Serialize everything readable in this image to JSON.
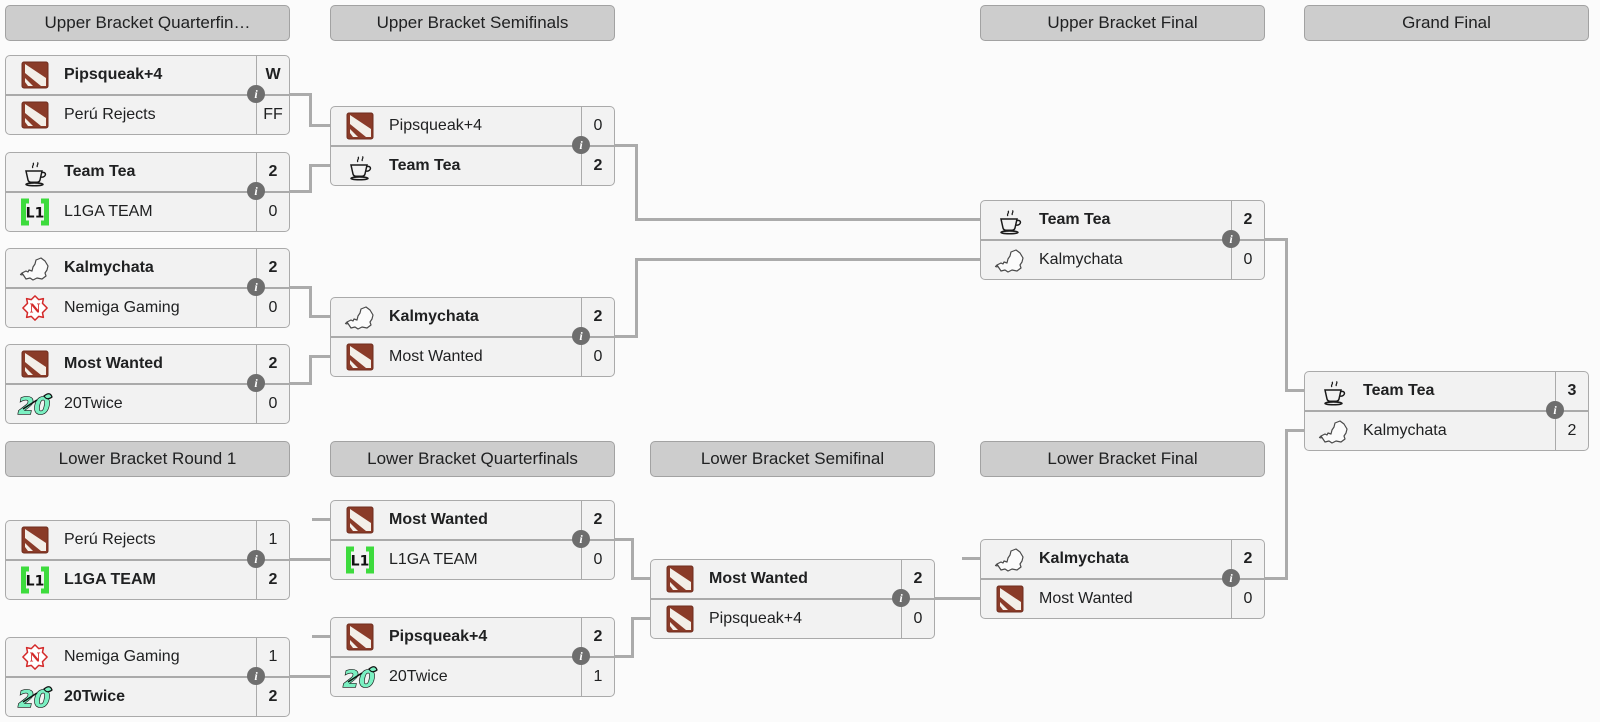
{
  "colors": {
    "page_bg": "#fbfbfb",
    "header_bg": "#cdcdcd",
    "match_bg": "#f2f2f2",
    "border": "#aaaaaa",
    "connector": "#ababab",
    "info_bg": "#6e6e6e",
    "text": "#202122",
    "dota_red": "#8a3b28",
    "l1ga_green": "#3ddb3d",
    "nemiga_red": "#d42a2a",
    "twice_mint": "#7bf0c2"
  },
  "info_icon": "i",
  "headers": [
    {
      "id": "ubqf",
      "label": "Upper Bracket Quarterfin…"
    },
    {
      "id": "ubsf",
      "label": "Upper Bracket Semifinals"
    },
    {
      "id": "ubf",
      "label": "Upper Bracket Final"
    },
    {
      "id": "gf",
      "label": "Grand Final"
    },
    {
      "id": "lbr1",
      "label": "Lower Bracket Round 1"
    },
    {
      "id": "lbqf",
      "label": "Lower Bracket Quarterfinals"
    },
    {
      "id": "lbsf",
      "label": "Lower Bracket Semifinal"
    },
    {
      "id": "lbf",
      "label": "Lower Bracket Final"
    }
  ],
  "matches": [
    {
      "id": "ubqf1",
      "teams": [
        {
          "name": "Pipsqueak+4",
          "icon": "dota-icon",
          "score": "W",
          "winner": true
        },
        {
          "name": "Perú Rejects",
          "icon": "dota-icon",
          "score": "FF",
          "winner": false
        }
      ]
    },
    {
      "id": "ubqf2",
      "teams": [
        {
          "name": "Team Tea",
          "icon": "teacup-icon",
          "score": "2",
          "winner": true
        },
        {
          "name": "L1GA TEAM",
          "icon": "l1ga-icon",
          "score": "0",
          "winner": false
        }
      ]
    },
    {
      "id": "ubqf3",
      "teams": [
        {
          "name": "Kalmychata",
          "icon": "kalmykia-map-icon",
          "score": "2",
          "winner": true
        },
        {
          "name": "Nemiga Gaming",
          "icon": "nemiga-icon",
          "score": "0",
          "winner": false
        }
      ]
    },
    {
      "id": "ubqf4",
      "teams": [
        {
          "name": "Most Wanted",
          "icon": "dota-icon",
          "score": "2",
          "winner": true
        },
        {
          "name": "20Twice",
          "icon": "20twice-icon",
          "score": "0",
          "winner": false
        }
      ]
    },
    {
      "id": "ubsf1",
      "teams": [
        {
          "name": "Pipsqueak+4",
          "icon": "dota-icon",
          "score": "0",
          "winner": false
        },
        {
          "name": "Team Tea",
          "icon": "teacup-icon",
          "score": "2",
          "winner": true
        }
      ]
    },
    {
      "id": "ubsf2",
      "teams": [
        {
          "name": "Kalmychata",
          "icon": "kalmykia-map-icon",
          "score": "2",
          "winner": true
        },
        {
          "name": "Most Wanted",
          "icon": "dota-icon",
          "score": "0",
          "winner": false
        }
      ]
    },
    {
      "id": "ubf",
      "teams": [
        {
          "name": "Team Tea",
          "icon": "teacup-icon",
          "score": "2",
          "winner": true
        },
        {
          "name": "Kalmychata",
          "icon": "kalmykia-map-icon",
          "score": "0",
          "winner": false
        }
      ]
    },
    {
      "id": "gf",
      "teams": [
        {
          "name": "Team Tea",
          "icon": "teacup-icon",
          "score": "3",
          "winner": true
        },
        {
          "name": "Kalmychata",
          "icon": "kalmykia-map-icon",
          "score": "2",
          "winner": false
        }
      ]
    },
    {
      "id": "lbr1m1",
      "teams": [
        {
          "name": "Perú Rejects",
          "icon": "dota-icon",
          "score": "1",
          "winner": false
        },
        {
          "name": "L1GA TEAM",
          "icon": "l1ga-icon",
          "score": "2",
          "winner": true
        }
      ]
    },
    {
      "id": "lbr1m2",
      "teams": [
        {
          "name": "Nemiga Gaming",
          "icon": "nemiga-icon",
          "score": "1",
          "winner": false
        },
        {
          "name": "20Twice",
          "icon": "20twice-icon",
          "score": "2",
          "winner": true
        }
      ]
    },
    {
      "id": "lbqf1",
      "teams": [
        {
          "name": "Most Wanted",
          "icon": "dota-icon",
          "score": "2",
          "winner": true
        },
        {
          "name": "L1GA TEAM",
          "icon": "l1ga-icon",
          "score": "0",
          "winner": false
        }
      ]
    },
    {
      "id": "lbqf2",
      "teams": [
        {
          "name": "Pipsqueak+4",
          "icon": "dota-icon",
          "score": "2",
          "winner": true
        },
        {
          "name": "20Twice",
          "icon": "20twice-icon",
          "score": "1",
          "winner": false
        }
      ]
    },
    {
      "id": "lbsf",
      "teams": [
        {
          "name": "Most Wanted",
          "icon": "dota-icon",
          "score": "2",
          "winner": true
        },
        {
          "name": "Pipsqueak+4",
          "icon": "dota-icon",
          "score": "0",
          "winner": false
        }
      ]
    },
    {
      "id": "lbf",
      "teams": [
        {
          "name": "Kalmychata",
          "icon": "kalmykia-map-icon",
          "score": "2",
          "winner": true
        },
        {
          "name": "Most Wanted",
          "icon": "dota-icon",
          "score": "0",
          "winner": false
        }
      ]
    }
  ]
}
